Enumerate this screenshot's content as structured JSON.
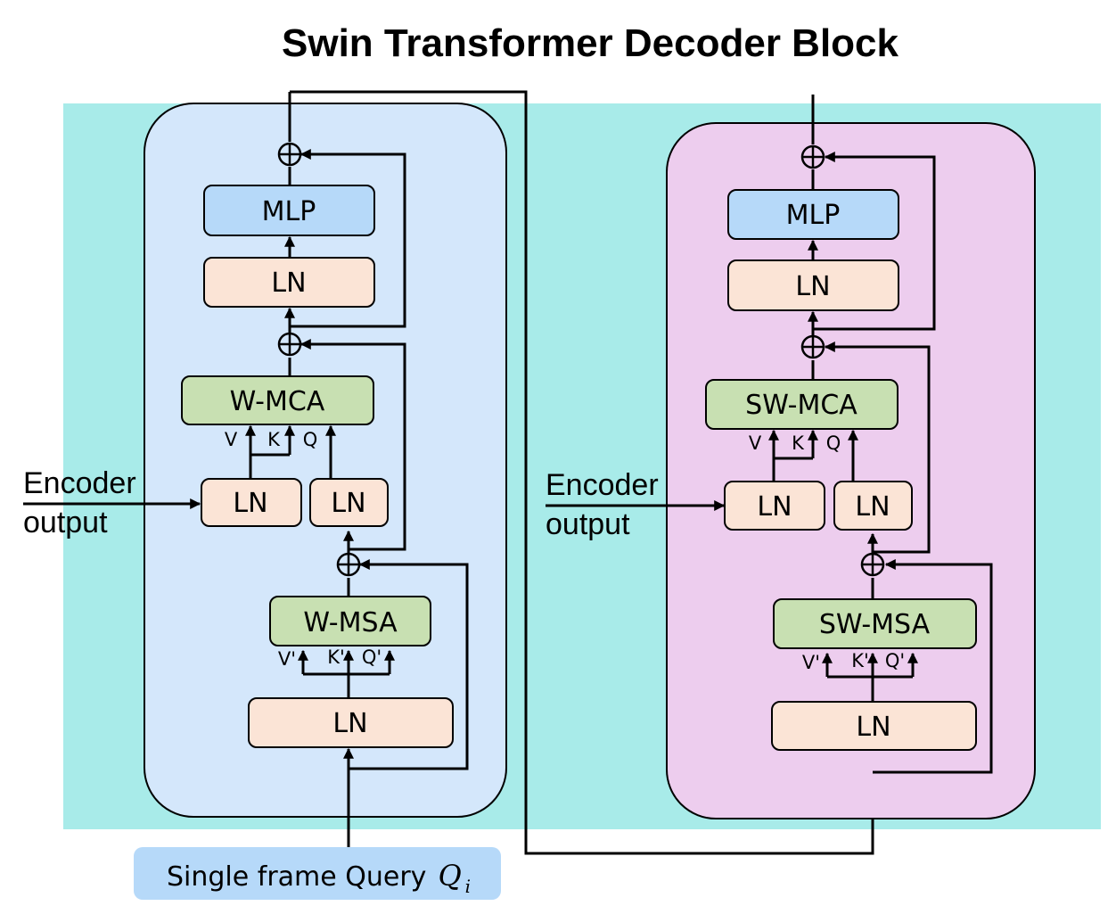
{
  "title": "Swin Transformer Decoder Block",
  "colors": {
    "background_band": "#a8ebe9",
    "left_panel": "#d4e7fb",
    "right_panel": "#edcdee",
    "mlp_box": "#b6d9f9",
    "ln_box": "#fbe4d6",
    "attention_box": "#c8e0b2",
    "query_box": "#b6d9f9"
  },
  "left_block": {
    "mlp": "MLP",
    "ln_mlp": "LN",
    "cross_attention": "W-MCA",
    "ln_encoder": "LN",
    "ln_query": "LN",
    "self_attention": "W-MSA",
    "ln_input": "LN",
    "cross_v": "V",
    "cross_k": "K",
    "cross_q": "Q",
    "self_v": "V'",
    "self_k": "K'",
    "self_q": "Q'",
    "encoder_line1": "Encoder",
    "encoder_line2": "output"
  },
  "right_block": {
    "mlp": "MLP",
    "ln_mlp": "LN",
    "cross_attention": "SW-MCA",
    "ln_encoder": "LN",
    "ln_query": "LN",
    "self_attention": "SW-MSA",
    "ln_input": "LN",
    "cross_v": "V",
    "cross_k": "K",
    "cross_q": "Q",
    "self_v": "V'",
    "self_k": "K'",
    "self_q": "Q'",
    "encoder_line1": "Encoder",
    "encoder_line2": "output"
  },
  "query": {
    "label": "Single frame Query",
    "symbol": "Q",
    "subscript": "i"
  }
}
